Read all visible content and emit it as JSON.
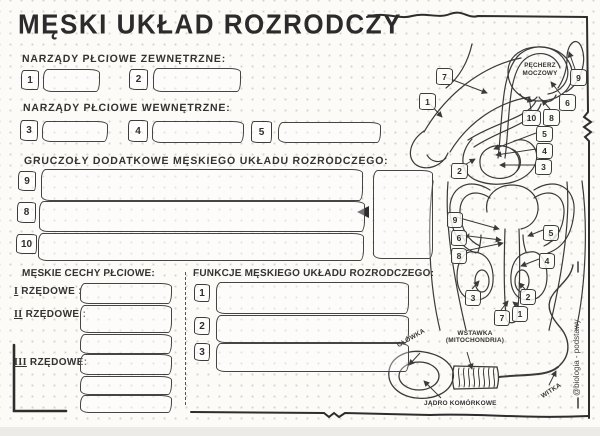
{
  "page": {
    "title": "MĘSKI UKŁAD ROZRODCZY",
    "signature": "@biologia - podstawy"
  },
  "sections": {
    "external": {
      "header": "NARZĄDY PŁCIOWE ZEWNĘTRZNE:",
      "items": [
        {
          "num": "1"
        },
        {
          "num": "2"
        }
      ]
    },
    "internal": {
      "header": "NARZĄDY PŁCIOWE WEWNĘTRZNE:",
      "items": [
        {
          "num": "3"
        },
        {
          "num": "4"
        },
        {
          "num": "5"
        }
      ]
    },
    "glands": {
      "header": "GRUCZOŁY DODATKOWE MĘSKIEGO UKŁADU ROZRODCZEGO:",
      "items": [
        {
          "num": "9"
        },
        {
          "num": "8"
        },
        {
          "num": "10"
        }
      ]
    },
    "traits": {
      "header": "MĘSKIE CECHY PŁCIOWE:",
      "rows": [
        {
          "numeral": "I",
          "label": "RZĘDOWE :"
        },
        {
          "numeral": "II",
          "label": "RZĘDOWE :"
        },
        {
          "numeral": "III",
          "label": "RZĘDOWE:"
        }
      ]
    },
    "functions": {
      "header": "FUNKCJE MĘSKIEGO UKŁADU ROZRODCZEGO:",
      "items": [
        {
          "num": "1"
        },
        {
          "num": "2"
        },
        {
          "num": "3"
        }
      ]
    }
  },
  "diagram_side": {
    "bladder_line1": "PĘCHERZ",
    "bladder_line2": "MOCZOWY",
    "tags": {
      "n1": "1",
      "n2": "2",
      "n3": "3",
      "n4": "4",
      "n5": "5",
      "n6": "6",
      "n7": "7",
      "n8": "8",
      "n9": "9",
      "n10": "10"
    }
  },
  "diagram_front": {
    "tags": {
      "n1": "1",
      "n2": "2",
      "n3": "3",
      "n4": "4",
      "n5": "5",
      "n6": "6",
      "n7": "7",
      "n8": "8",
      "n9": "9"
    }
  },
  "sperm": {
    "head": "GŁÓWKA",
    "midpiece_1": "WSTAWKA",
    "midpiece_2": "(MITOCHONDRIA)",
    "nucleus": "JĄDRO KOMÓRKOWE",
    "tail": "WITKA"
  }
}
